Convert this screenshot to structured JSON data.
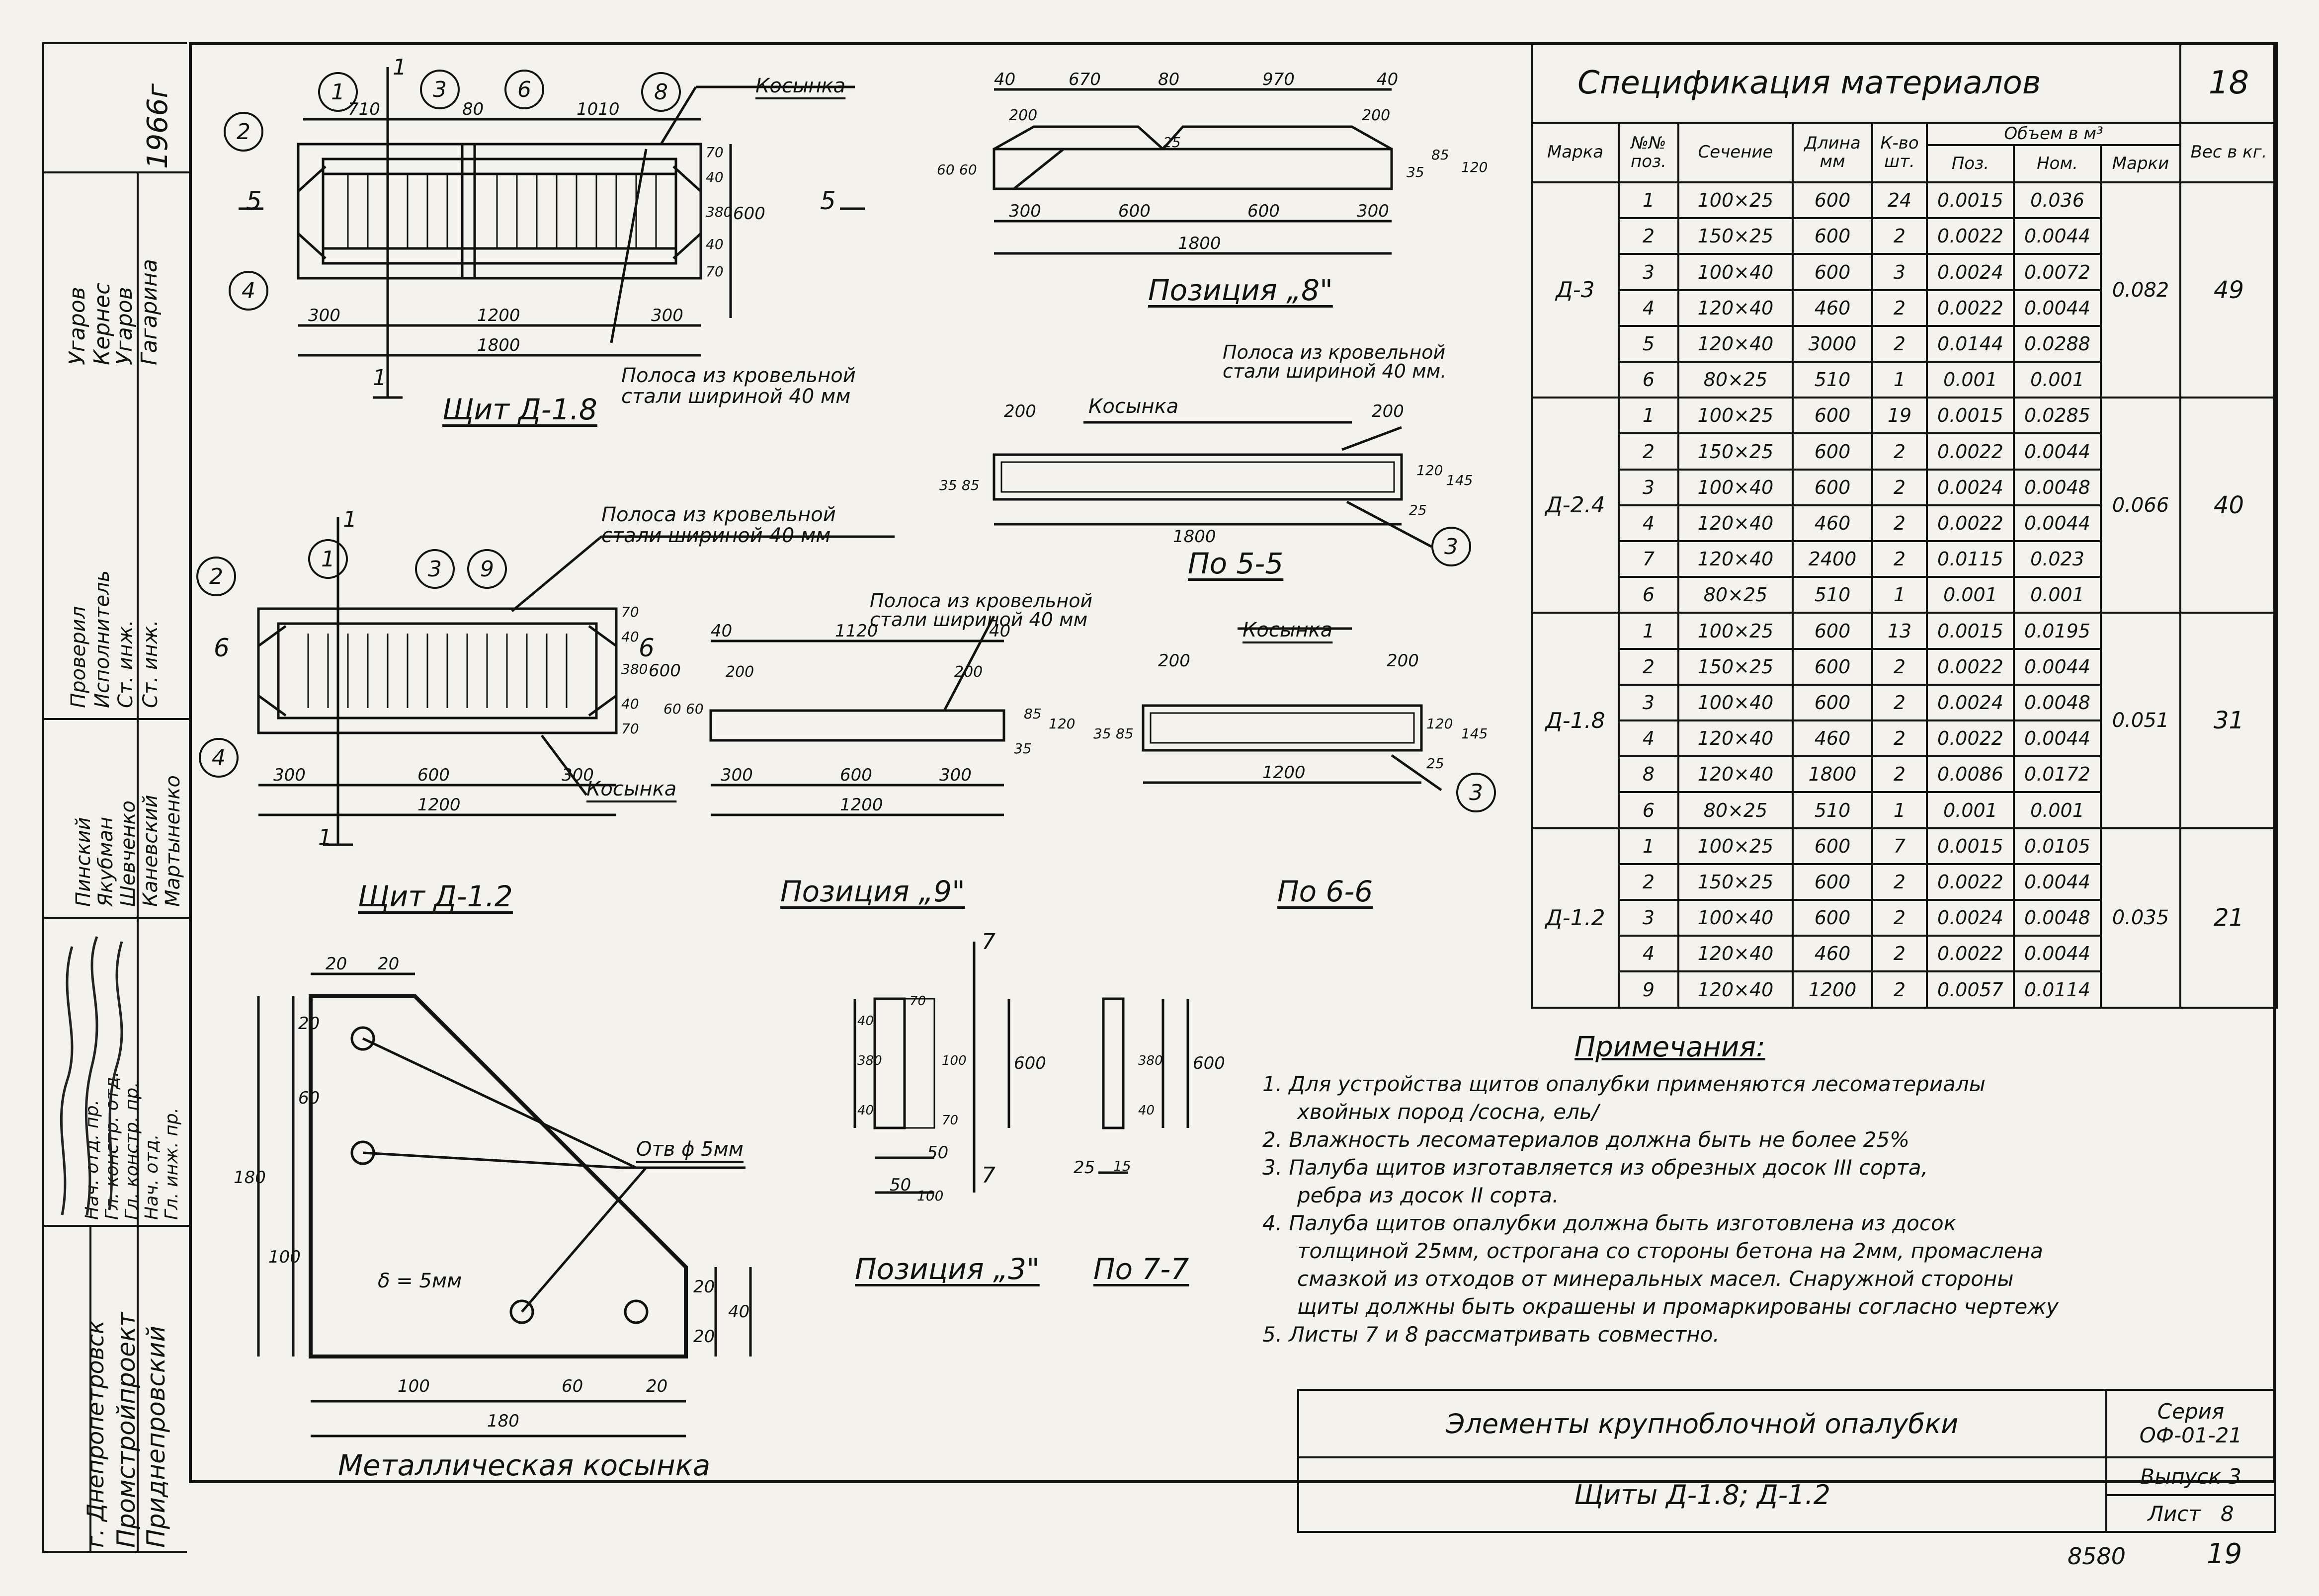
{
  "stamp": {
    "year": "1966г",
    "org": [
      "Приднепровский",
      "Промстройпроект",
      "г. Днепропетровск"
    ],
    "roles": [
      "Гл. инж. пр.",
      "Нач. отд.",
      "Гл. констр. пр.",
      "Гл. констр. отд.",
      "Нач. отд. пр."
    ],
    "rows": [
      {
        "role": "Ст. инж.",
        "name": "Гагарина"
      },
      {
        "role": "Ст. инж.",
        "name": "Угаров"
      },
      {
        "role": "Исполнитель",
        "name": "Кернес"
      },
      {
        "role": "Проверил",
        "name": "Угаров"
      }
    ],
    "names2": [
      "Мартыненко",
      "Каневский",
      "Шевченко",
      "Якубман",
      "Пинский"
    ]
  },
  "drawings": {
    "shield18": {
      "title": "Щит Д-1.8",
      "label_kosynka": "Косынка",
      "label_strip": "Полоса из кровельной стали шириной 40 мм",
      "dims_top": [
        "710",
        "80",
        "1010"
      ],
      "dims_bottom": [
        "300",
        "1200",
        "300"
      ],
      "total": "1800",
      "dims_right": [
        "70",
        "40",
        "380",
        "40",
        "70",
        "600"
      ],
      "section": "5",
      "cut": "1",
      "positions": [
        "1",
        "2",
        "3",
        "4",
        "6",
        "8"
      ]
    },
    "shield12": {
      "title": "Щит Д-1.2",
      "label_kosynka": "Косынка",
      "label_strip": "Полоса из кровельной стали шириной 40 мм",
      "dims_bottom": [
        "300",
        "600",
        "300"
      ],
      "total": "1200",
      "dims_right": [
        "70",
        "40",
        "380",
        "40",
        "70",
        "600"
      ],
      "section": "6",
      "cut": "1",
      "positions": [
        "1",
        "2",
        "3",
        "4",
        "9"
      ]
    },
    "pos8": {
      "title": "Позиция „8\"",
      "dims_top": [
        "40",
        "670",
        "80",
        "970",
        "40"
      ],
      "dims_inner": [
        "200",
        "200",
        "25"
      ],
      "dims_bottom": [
        "300",
        "600",
        "600",
        "300"
      ],
      "total": "1800",
      "dims_left": [
        "60",
        "60"
      ],
      "dims_right": [
        "35",
        "85",
        "120"
      ]
    },
    "sec55": {
      "title": "По 5-5",
      "label_kosynka": "Косынка",
      "label_strip": "Полоса из кровельной стали шириной 40 мм.",
      "dims": [
        "200",
        "200",
        "35",
        "85",
        "25",
        "120",
        "145"
      ],
      "total": "1800",
      "pos": "3"
    },
    "pos9": {
      "title": "Позиция „9\"",
      "label_strip": "Полоса из кровельной стали шириной 40 мм",
      "dims_top": [
        "40",
        "1120",
        "40"
      ],
      "dims_inner": [
        "200",
        "200"
      ],
      "dims_bottom": [
        "300",
        "600",
        "300"
      ],
      "total": "1200",
      "dims_left": [
        "60",
        "60"
      ],
      "dims_right": [
        "35",
        "85",
        "120"
      ]
    },
    "sec66": {
      "title": "По 6-6",
      "label_kosynka": "Косынка",
      "dims": [
        "200",
        "200",
        "35",
        "85",
        "25",
        "120",
        "145"
      ],
      "total": "1200",
      "pos": "3"
    },
    "pos3": {
      "title": "Позиция „3\"",
      "dims": [
        "40",
        "70",
        "380",
        "40",
        "70",
        "100",
        "600",
        "50",
        "50",
        "100"
      ],
      "cut": "7"
    },
    "sec77": {
      "title": "По 7-7",
      "dims": [
        "380",
        "40",
        "600",
        "25",
        "15"
      ]
    },
    "gusset": {
      "title": "Металлическая косынка",
      "dims_top": [
        "20",
        "20"
      ],
      "dims_left": [
        "20",
        "60",
        "180",
        "100"
      ],
      "dims_right": [
        "20",
        "20",
        "40"
      ],
      "dims_bottom": [
        "100",
        "60",
        "20"
      ],
      "total": "180",
      "hole": "Отв ϕ 5мм",
      "thickness": "δ = 5мм"
    }
  },
  "spec": {
    "title": "Спецификация материалов",
    "sheet_no": "18",
    "headers": {
      "mark": "Марка",
      "pos": "№№ поз.",
      "section": "Сечение",
      "length": "Длина мм",
      "count": "К-во шт.",
      "volume": "Объем в м³",
      "vol_pos": "Поз.",
      "vol_nom": "Ном.",
      "vol_mark": "Марки",
      "weight": "Вес в кг."
    },
    "groups": [
      {
        "mark": "Д-3",
        "volume": "0.082",
        "weight": "49",
        "rows": [
          [
            "1",
            "100×25",
            "600",
            "24",
            "0.0015",
            "0.036"
          ],
          [
            "2",
            "150×25",
            "600",
            "2",
            "0.0022",
            "0.0044"
          ],
          [
            "3",
            "100×40",
            "600",
            "3",
            "0.0024",
            "0.0072"
          ],
          [
            "4",
            "120×40",
            "460",
            "2",
            "0.0022",
            "0.0044"
          ],
          [
            "5",
            "120×40",
            "3000",
            "2",
            "0.0144",
            "0.0288"
          ],
          [
            "6",
            "80×25",
            "510",
            "1",
            "0.001",
            "0.001"
          ]
        ]
      },
      {
        "mark": "Д-2.4",
        "volume": "0.066",
        "weight": "40",
        "rows": [
          [
            "1",
            "100×25",
            "600",
            "19",
            "0.0015",
            "0.0285"
          ],
          [
            "2",
            "150×25",
            "600",
            "2",
            "0.0022",
            "0.0044"
          ],
          [
            "3",
            "100×40",
            "600",
            "2",
            "0.0024",
            "0.0048"
          ],
          [
            "4",
            "120×40",
            "460",
            "2",
            "0.0022",
            "0.0044"
          ],
          [
            "7",
            "120×40",
            "2400",
            "2",
            "0.0115",
            "0.023"
          ],
          [
            "6",
            "80×25",
            "510",
            "1",
            "0.001",
            "0.001"
          ]
        ]
      },
      {
        "mark": "Д-1.8",
        "volume": "0.051",
        "weight": "31",
        "rows": [
          [
            "1",
            "100×25",
            "600",
            "13",
            "0.0015",
            "0.0195"
          ],
          [
            "2",
            "150×25",
            "600",
            "2",
            "0.0022",
            "0.0044"
          ],
          [
            "3",
            "100×40",
            "600",
            "2",
            "0.0024",
            "0.0048"
          ],
          [
            "4",
            "120×40",
            "460",
            "2",
            "0.0022",
            "0.0044"
          ],
          [
            "8",
            "120×40",
            "1800",
            "2",
            "0.0086",
            "0.0172"
          ],
          [
            "6",
            "80×25",
            "510",
            "1",
            "0.001",
            "0.001"
          ]
        ]
      },
      {
        "mark": "Д-1.2",
        "volume": "0.035",
        "weight": "21",
        "rows": [
          [
            "1",
            "100×25",
            "600",
            "7",
            "0.0015",
            "0.0105"
          ],
          [
            "2",
            "150×25",
            "600",
            "2",
            "0.0022",
            "0.0044"
          ],
          [
            "3",
            "100×40",
            "600",
            "2",
            "0.0024",
            "0.0048"
          ],
          [
            "4",
            "120×40",
            "460",
            "2",
            "0.0022",
            "0.0044"
          ],
          [
            "9",
            "120×40",
            "1200",
            "2",
            "0.0057",
            "0.0114"
          ]
        ]
      }
    ]
  },
  "notes": {
    "title": "Примечания:",
    "lines": [
      "1. Для устройства щитов опалубки применяются лесоматериалы",
      "хвойных пород /сосна, ель/",
      "2. Влажность лесоматериалов должна быть не более 25%",
      "3. Палуба щитов изготавляется из обрезных досок III сорта,",
      "ребра из досок II сорта.",
      "4. Палуба щитов опалубки должна быть изготовлена из досок",
      "толщиной 25мм, острогана со стороны бетона на 2мм, промаслена",
      "смазкой из отходов от минеральных масел. Снаружной стороны",
      "щиты должны быть окрашены и промаркированы согласно чертежу",
      "5. Листы 7 и 8 рассматривать совместно."
    ]
  },
  "title_block": {
    "element": "Элементы крупноблочной опалубки",
    "sheet_name": "Щиты Д-1.8; Д-1.2",
    "series_label": "Серия",
    "series": "ОФ-01-21",
    "issue_label": "Выпуск",
    "issue": "3",
    "sheet_label": "Лист",
    "sheet": "8",
    "archive": "8580",
    "page": "19"
  }
}
